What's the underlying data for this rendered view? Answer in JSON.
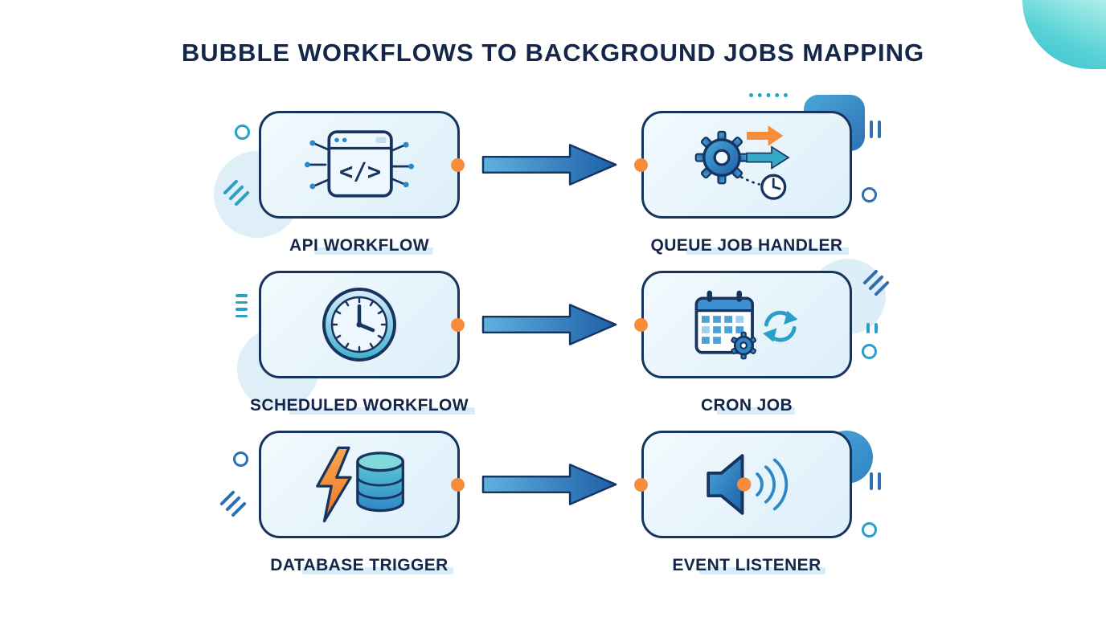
{
  "title": "BUBBLE WORKFLOWS TO BACKGROUND JOBS MAPPING",
  "colors": {
    "navy": "#17335f",
    "blue": "#2e86c6",
    "teal": "#2aa0c9",
    "orange": "#f78d3a",
    "light_blue": "#ddeffa",
    "corner_teal": "#58d2d6"
  },
  "rows": [
    {
      "left": {
        "label": "API WORKFLOW",
        "icon": "api-window-icon",
        "icon_glyph": "</>"
      },
      "right": {
        "label": "QUEUE JOB HANDLER",
        "icon": "queue-gear-arrows-clock-icon"
      }
    },
    {
      "left": {
        "label": "SCHEDULED WORKFLOW",
        "icon": "clock-icon"
      },
      "right": {
        "label": "CRON JOB",
        "icon": "calendar-gear-sync-icon"
      }
    },
    {
      "left": {
        "label": "DATABASE TRIGGER",
        "icon": "lightning-database-icon"
      },
      "right": {
        "label": "EVENT LISTENER",
        "icon": "speaker-waves-icon"
      }
    }
  ]
}
